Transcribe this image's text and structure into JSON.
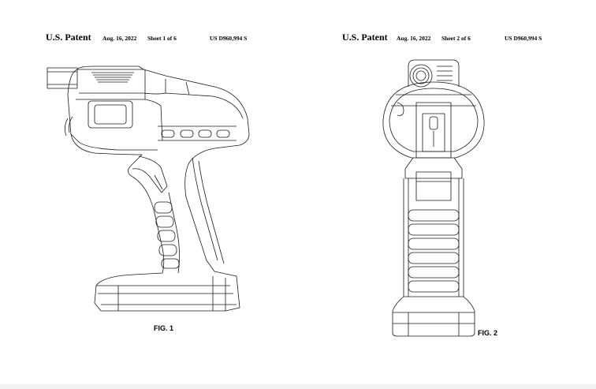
{
  "sheets": [
    {
      "patent": "U.S. Patent",
      "date": "Aug. 16, 2022",
      "sheet": "Sheet 1 of 6",
      "number": "US D960,994 S",
      "figure": "FIG. 1",
      "drawing_icon": "tool-side-view-line-drawing"
    },
    {
      "patent": "U.S. Patent",
      "date": "Aug. 16, 2022",
      "sheet": "Sheet 2 of 6",
      "number": "US D960,994 S",
      "figure": "FIG. 2",
      "drawing_icon": "tool-rear-view-line-drawing"
    }
  ],
  "colors": {
    "line": "#1a1a1a",
    "page": "#ffffff"
  }
}
